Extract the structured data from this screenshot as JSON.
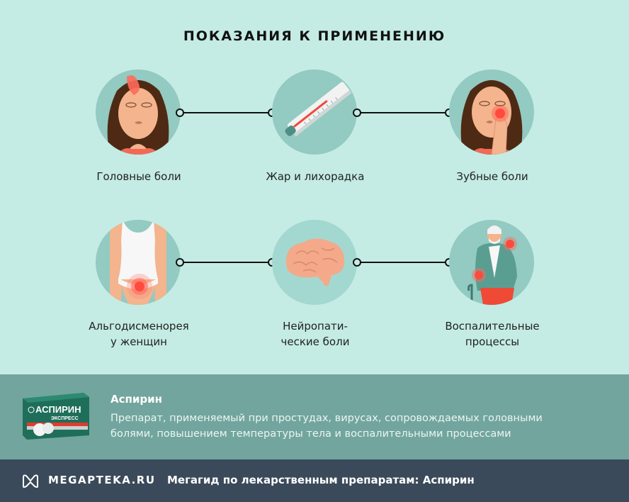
{
  "title": "ПОКАЗАНИЯ К ПРИМЕНЕНИЮ",
  "indications": [
    {
      "label_line1": "Головные боли",
      "label_line2": "",
      "icon": "headache-woman-icon"
    },
    {
      "label_line1": "Жар и лихорадка",
      "label_line2": "",
      "icon": "thermometer-icon"
    },
    {
      "label_line1": "Зубные боли",
      "label_line2": "",
      "icon": "toothache-woman-icon"
    },
    {
      "label_line1": "Альгодисменорея",
      "label_line2": "у женщин",
      "icon": "abdominal-pain-icon"
    },
    {
      "label_line1": "Нейропати-",
      "label_line2": "ческие боли",
      "icon": "brain-icon"
    },
    {
      "label_line1": "Воспалительные",
      "label_line2": "процессы",
      "icon": "elderly-joint-pain-icon"
    }
  ],
  "product": {
    "name": "Аспирин",
    "description_line1": "Препарат, применяемый при простудах, вирусах, сопровождаемых головными",
    "description_line2": "болями, повышением температуры тела и воспалительными процессами",
    "pack_brand": "АСПИРИН",
    "pack_sub": "ЭКСПРЕСС"
  },
  "footer": {
    "brand": "MEGAPTEKA.RU",
    "text": "Мегагид по лекарственным препаратам: Аспирин"
  },
  "colors": {
    "background": "#c4ece4",
    "circle": "#93cac2",
    "info_band": "#72a59d",
    "footer": "#3b4a5a",
    "pain_red": "#ff4a3d"
  }
}
